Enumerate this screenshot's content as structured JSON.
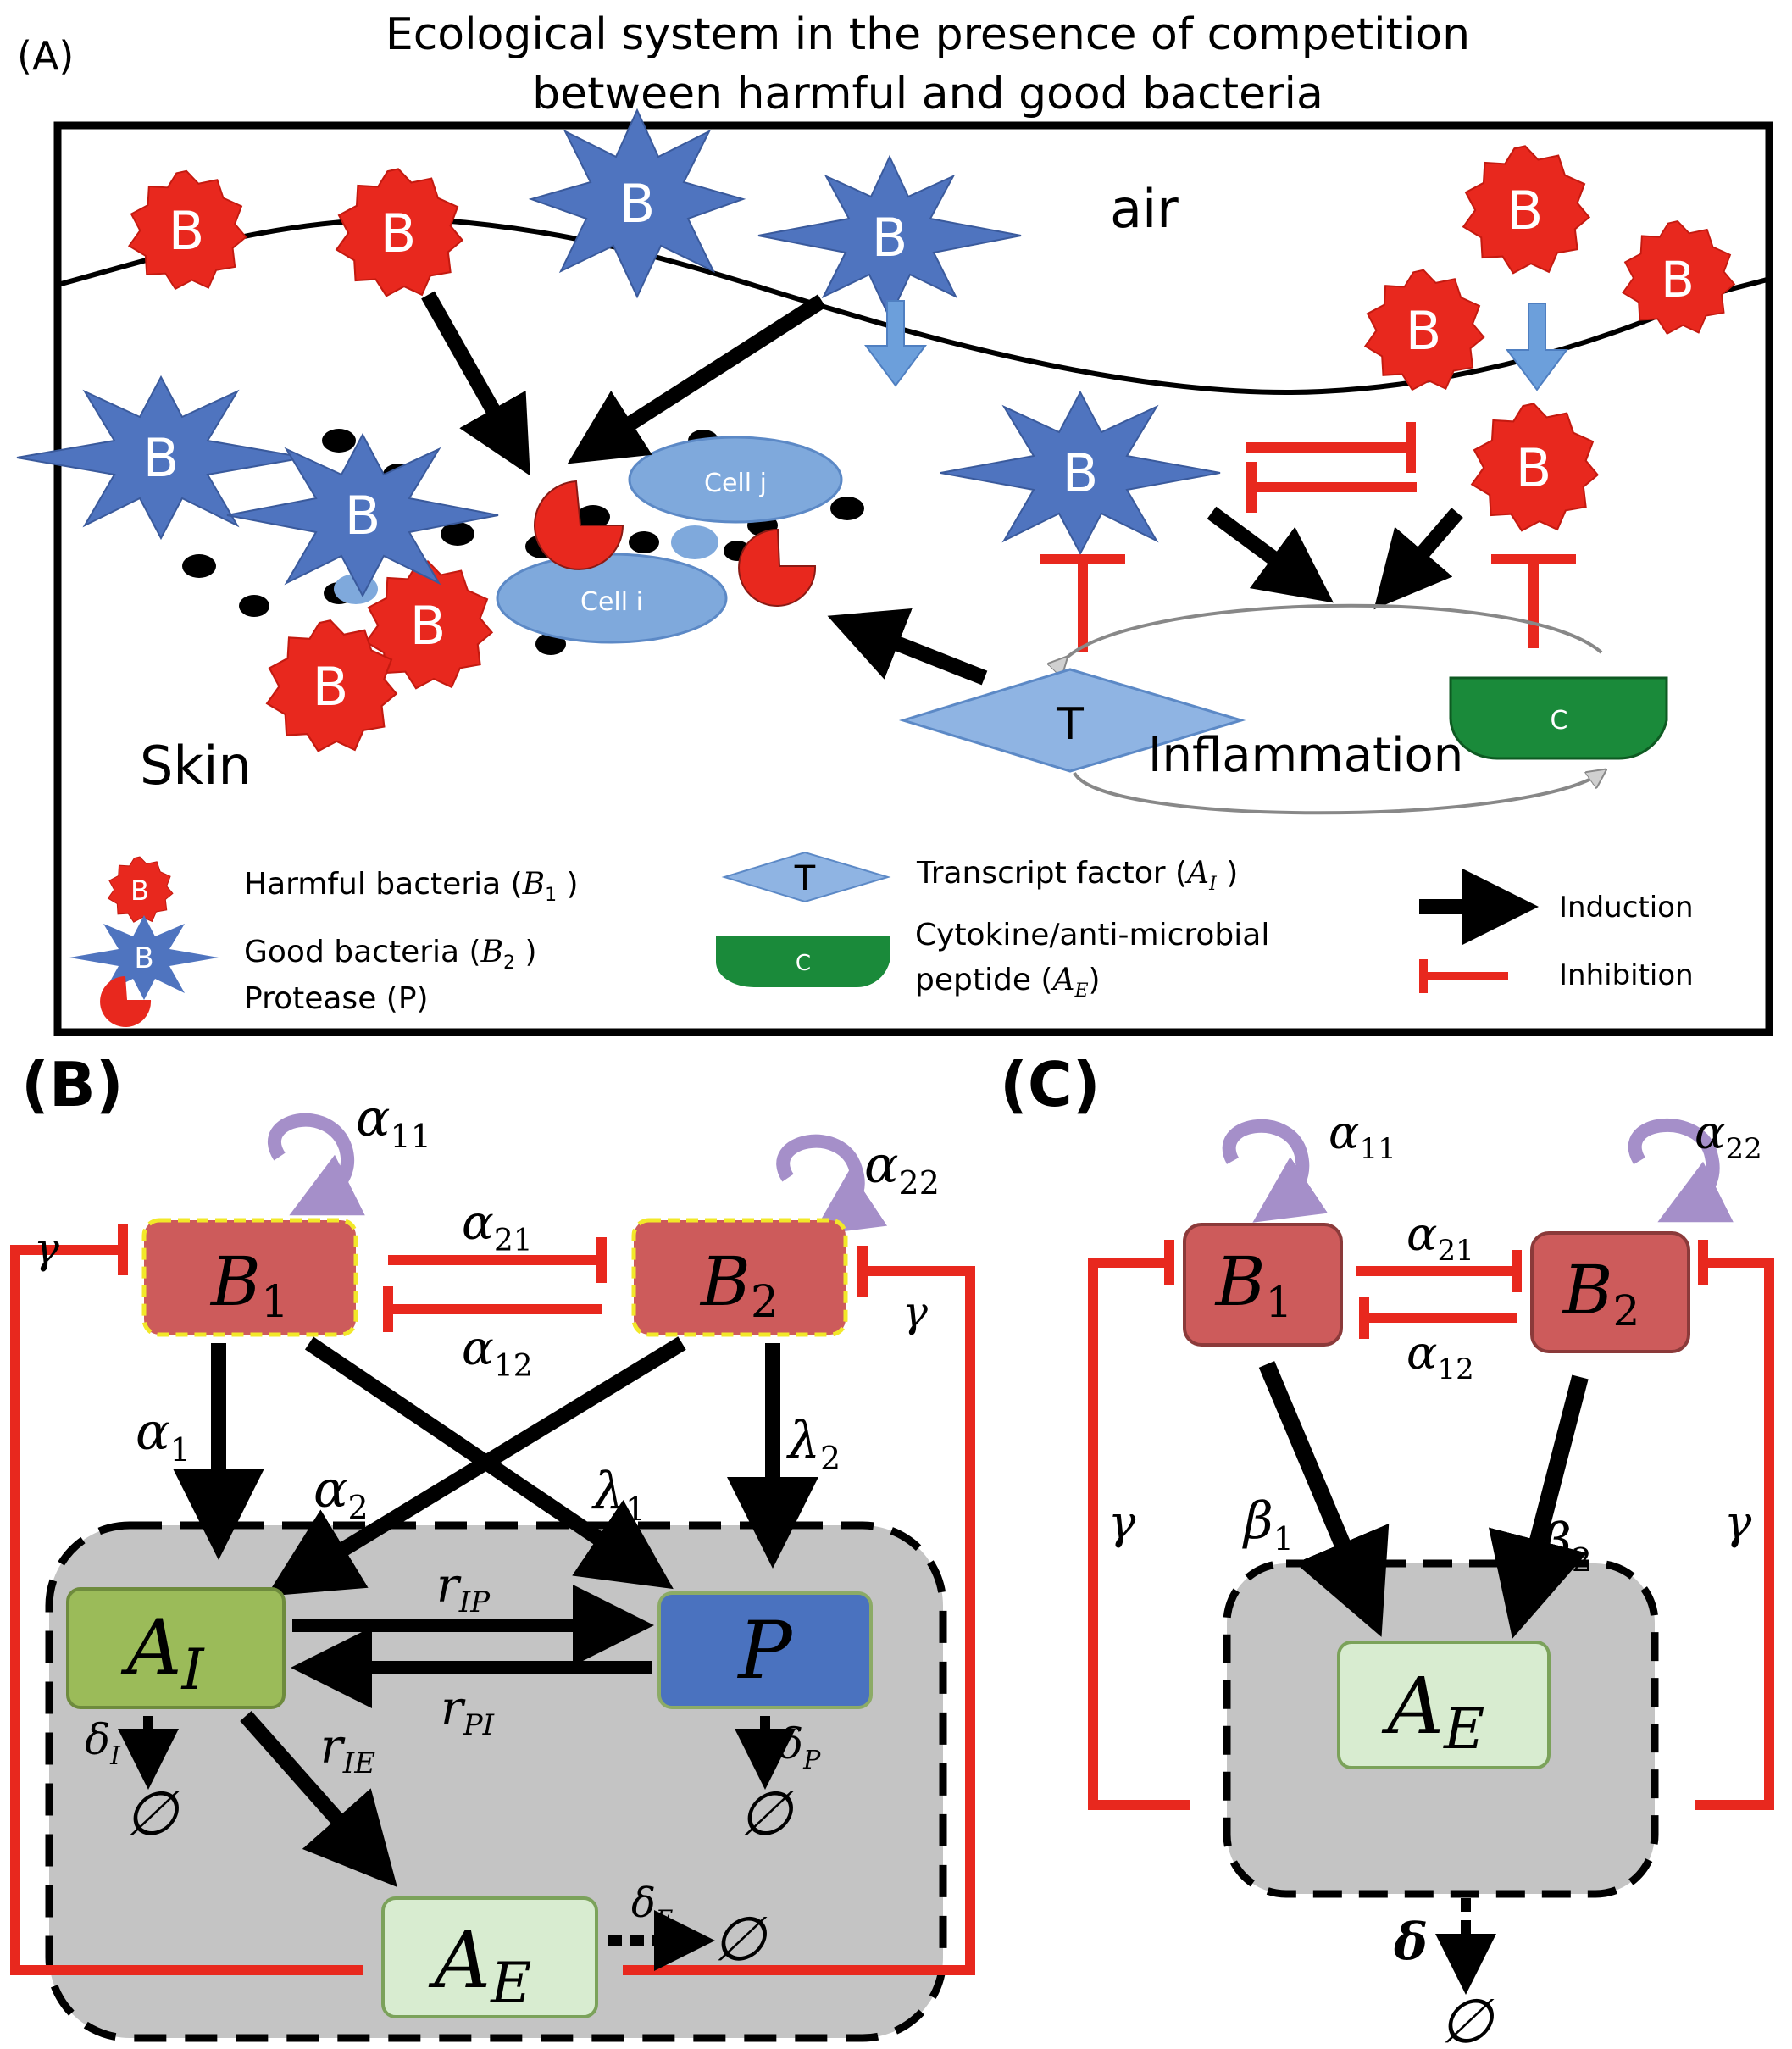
{
  "panel_a": {
    "label": "(A)",
    "title_line1": "Ecological system in the presence of competition",
    "title_line2": "between harmful and good bacteria",
    "air": "air",
    "skin": "Skin",
    "bacteria_letter": "B",
    "cell_i": "Cell i",
    "cell_j": "Cell j",
    "tf_letter": "T",
    "cytokine_letter": "C",
    "inflammation": "Inflammation",
    "colors": {
      "harmful": "#e8281e",
      "good": "#4f74bf",
      "cytokine": "#1a8a3a",
      "tf": "#8fb4e3",
      "cell": "#7fa9dc",
      "inhibit": "#e8281e"
    }
  },
  "legend": {
    "harmful": "Harmful bacteria (",
    "harmful_sym": "B",
    "harmful_sub": "1",
    "good": "Good bacteria (",
    "good_sym": "B",
    "good_sub": "2",
    "close": " )",
    "protease": "Protease (P)",
    "tf": "Transcript factor (",
    "tf_sym": "A",
    "tf_sub": "I",
    "cytokine_line1": "Cytokine/anti-microbial",
    "cytokine_line2": "peptide (",
    "cy_sym": "A",
    "cy_sub": "E",
    "close2": ")",
    "induction": "Induction",
    "inhibition": "Inhibition"
  },
  "panel_b": {
    "label": "(B)",
    "nodes": {
      "b1": "B",
      "b1_sub": "1",
      "b2": "B",
      "b2_sub": "2",
      "ai": "A",
      "ai_sub": "I",
      "p": "P",
      "ae": "A",
      "ae_sub": "E"
    },
    "symbols": {
      "alpha": "α",
      "lambda": "λ",
      "gamma": "γ",
      "delta": "δ",
      "r": "r",
      "empty": "∅",
      "s11": "11",
      "s22": "22",
      "s21": "21",
      "s12": "12",
      "s1": "1",
      "s2": "2",
      "sIP": "IP",
      "sPI": "PI",
      "sIE": "IE",
      "sI": "I",
      "sP": "P",
      "sE": "E"
    },
    "colors": {
      "b_node": "#cd5b5b",
      "dash": "#f2e829",
      "ai_node": "#9bbb59",
      "p_node": "#4a72bf",
      "ae_node": "#d8ecd0",
      "gray": "#c4c4c4",
      "self": "#a58fc9",
      "inhibit": "#e8281e"
    }
  },
  "panel_c": {
    "label": "(C)",
    "nodes": {
      "b1": "B",
      "b1_sub": "1",
      "b2": "B",
      "b2_sub": "2",
      "ae": "A",
      "ae_sub": "E"
    },
    "symbols": {
      "alpha": "α",
      "beta": "β",
      "gamma": "γ",
      "delta": "δ",
      "empty": "∅",
      "s11": "11",
      "s22": "22",
      "s21": "21",
      "s12": "12",
      "s1": "1",
      "s2": "2"
    }
  }
}
